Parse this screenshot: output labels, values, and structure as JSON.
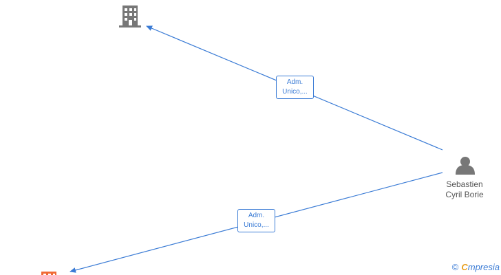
{
  "nodes": {
    "company_top": {
      "icon": "building-icon",
      "color": "#777777"
    },
    "company_bottom": {
      "icon": "building-icon",
      "color": "#f06a35"
    },
    "person": {
      "icon": "person-icon",
      "color": "#777777",
      "name_line1": "Sebastien",
      "name_line2": "Cyril Borie"
    }
  },
  "edges": [
    {
      "label_line1": "Adm.",
      "label_line2": "Unico,..."
    },
    {
      "label_line1": "Adm.",
      "label_line2": "Unico,..."
    }
  ],
  "colors": {
    "edge": "#3a7bd5",
    "accent": "#f06a35"
  },
  "watermark": {
    "copyright": "©",
    "brand_first": "C",
    "brand_rest": "mpresia"
  }
}
